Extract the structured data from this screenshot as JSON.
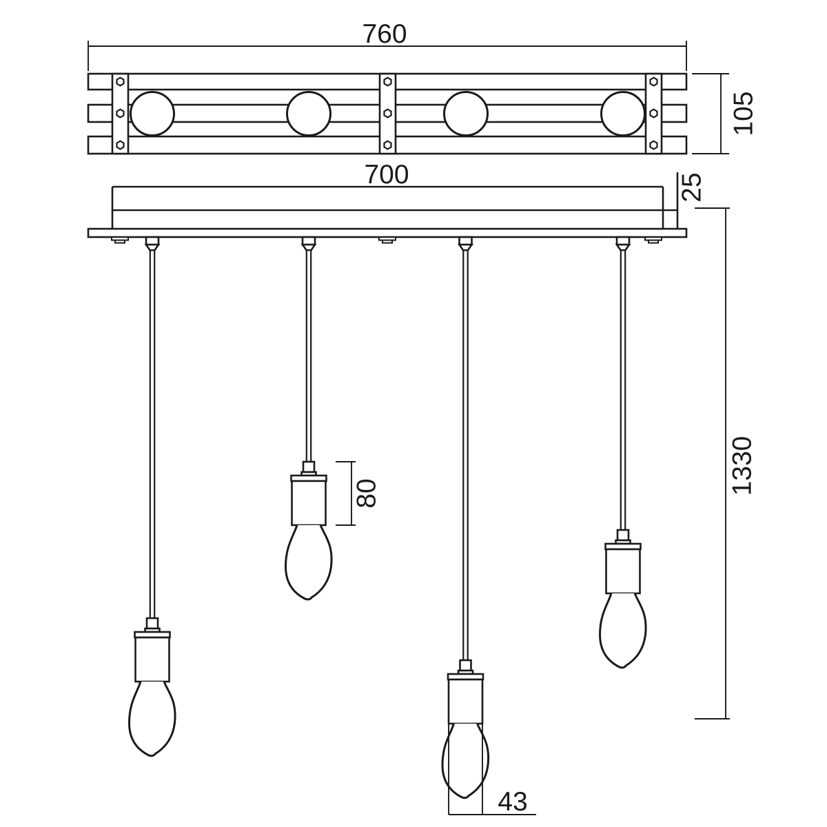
{
  "drawing": {
    "subject": "four-light wood pendant fixture technical drawing",
    "views": {
      "top_view": "wood slat frame with 4 bulbs and 3 cross straps",
      "side_view": "ceiling canopy with 4 staggered cord pendants"
    },
    "line_color": "#1a1a1a",
    "background_color": "#ffffff",
    "bulb_count": "4"
  },
  "dimensions": {
    "frame_width": "760",
    "frame_depth": "105",
    "canopy_width": "700",
    "canopy_thickness": "25",
    "drop_length": "1330",
    "socket_height": "80",
    "socket_diameter": "43"
  }
}
